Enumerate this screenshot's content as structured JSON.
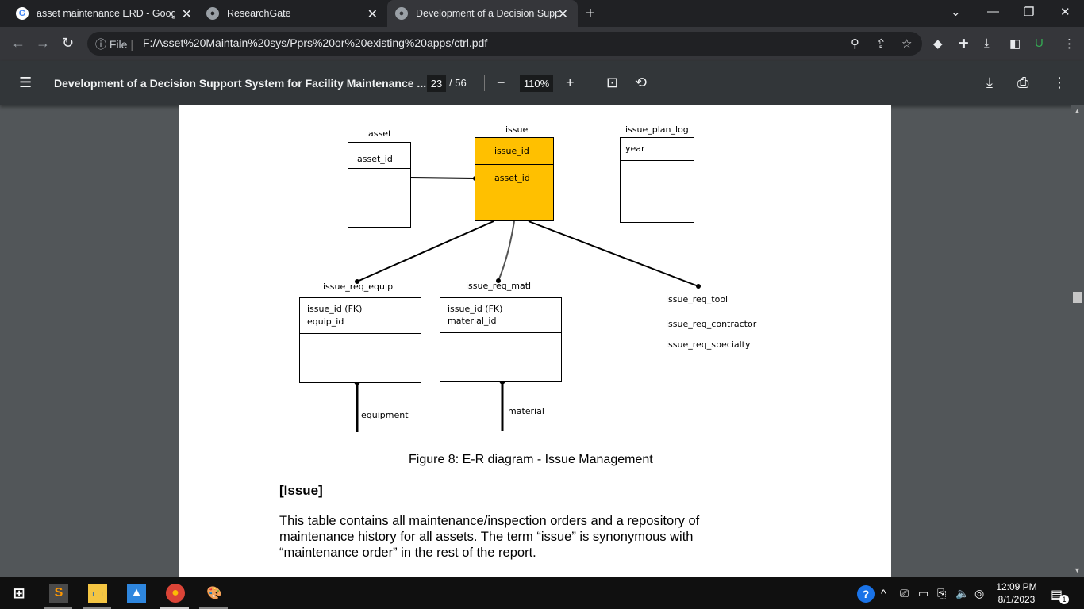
{
  "browser": {
    "tabs": [
      {
        "title": "asset maintenance ERD - Google",
        "icon": "google-icon"
      },
      {
        "title": "ResearchGate",
        "icon": "globe-icon"
      },
      {
        "title": "Development of a Decision Supp",
        "icon": "globe-icon"
      }
    ],
    "url_scheme": "File",
    "url": "F:/Asset%20Maintain%20sys/Pprs%20or%20existing%20apps/ctrl.pdf"
  },
  "pdf": {
    "title": "Development of a Decision Support System for Facility Maintenance ...",
    "page_current": "23",
    "page_total": "/ 56",
    "zoom": "110%"
  },
  "diagram": {
    "asset": {
      "name": "asset",
      "key": "asset_id"
    },
    "issue": {
      "name": "issue",
      "key": "issue_id",
      "fk": "asset_id",
      "color": "#ffc000"
    },
    "issue_plan_log": {
      "name": "issue_plan_log",
      "field": "year"
    },
    "issue_req_equip": {
      "name": "issue_req_equip",
      "field1": "issue_id (FK)",
      "field2": "equip_id"
    },
    "issue_req_matl": {
      "name": "issue_req_matl",
      "field1": "issue_id (FK)",
      "field2": "material_id"
    },
    "issue_req_tool": "issue_req_tool",
    "issue_req_contractor": "issue_req_contractor",
    "issue_req_specialty": "issue_req_specialty",
    "equipment": "equipment",
    "material": "material"
  },
  "document": {
    "caption": "Figure 8: E-R diagram - Issue Management",
    "heading": "[Issue]",
    "paragraph": "This table contains all maintenance/inspection orders and a repository of maintenance history for all assets. The term “issue” is synonymous with “maintenance order” in the rest of the report."
  },
  "taskbar": {
    "time": "12:09 PM",
    "date": "8/1/2023",
    "notification_count": "1"
  }
}
